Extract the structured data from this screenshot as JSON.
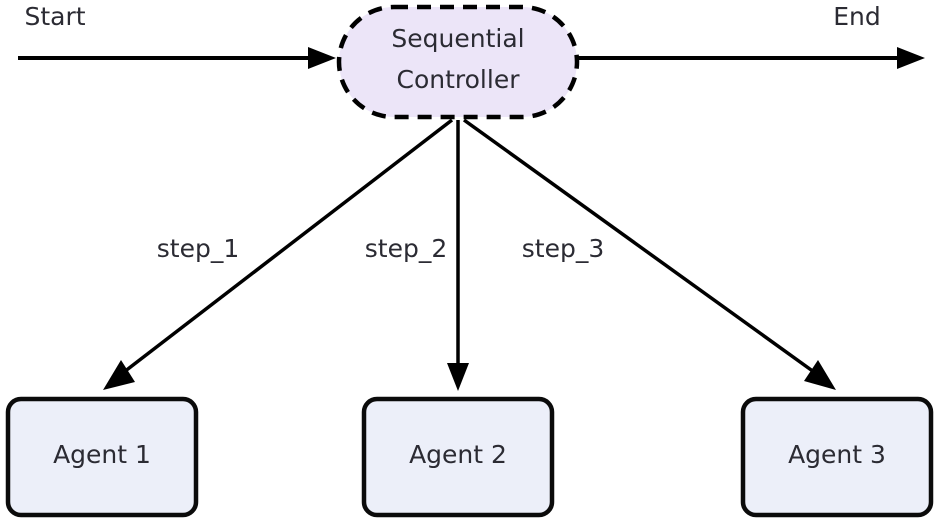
{
  "diagram": {
    "type": "flowchart",
    "direction": "top-down",
    "background_color": "#ffffff",
    "terminals": [
      {
        "id": "start",
        "label": "Start"
      },
      {
        "id": "end",
        "label": "End"
      }
    ],
    "nodes": [
      {
        "id": "controller",
        "label_line1": "Sequential",
        "label_line2": "Controller",
        "shape": "stadium",
        "fill": "#ece5f8",
        "stroke": "#000000",
        "stroke_style": "dashed"
      },
      {
        "id": "agent1",
        "label": "Agent 1",
        "shape": "rounded-rect",
        "fill": "#eceff9",
        "stroke": "#0b0b0b",
        "stroke_style": "solid"
      },
      {
        "id": "agent2",
        "label": "Agent 2",
        "shape": "rounded-rect",
        "fill": "#eceff9",
        "stroke": "#0b0b0b",
        "stroke_style": "solid"
      },
      {
        "id": "agent3",
        "label": "Agent 3",
        "shape": "rounded-rect",
        "fill": "#eceff9",
        "stroke": "#0b0b0b",
        "stroke_style": "solid"
      }
    ],
    "edges": [
      {
        "id": "e-start",
        "from": "start",
        "to": "controller",
        "label": ""
      },
      {
        "id": "e-end",
        "from": "controller",
        "to": "end",
        "label": ""
      },
      {
        "id": "e-step1",
        "from": "controller",
        "to": "agent1",
        "label": "step_1"
      },
      {
        "id": "e-step2",
        "from": "controller",
        "to": "agent2",
        "label": "step_2"
      },
      {
        "id": "e-step3",
        "from": "controller",
        "to": "agent3",
        "label": "step_3"
      }
    ]
  }
}
